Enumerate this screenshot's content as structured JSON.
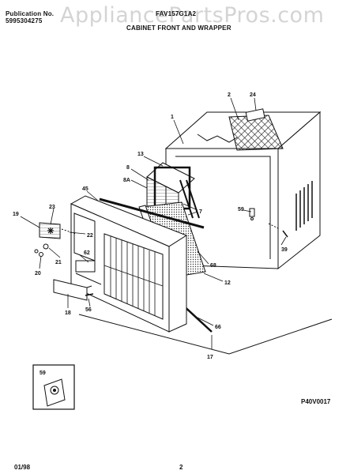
{
  "watermark": "AppliancePartsPros.com",
  "header": {
    "publication_label": "Publication No.",
    "publication_number": "5995304275",
    "model": "FAV157G1A2",
    "section_title": "CABINET FRONT AND WRAPPER"
  },
  "footer": {
    "date": "01/98",
    "page": "2",
    "drawing_code": "P40V0017"
  },
  "callouts": {
    "c1": "1",
    "c2": "2",
    "c24": "24",
    "c13": "13",
    "c8": "8",
    "c8a": "8A",
    "c45": "45",
    "c7": "7",
    "c59_right": "59",
    "c19_left": "19",
    "c23": "23",
    "c22": "22",
    "c62": "62",
    "c21": "21",
    "c20": "20",
    "c68": "68",
    "c12": "12",
    "c39": "39",
    "c18": "18",
    "c56": "56",
    "c66": "66",
    "c17": "17",
    "c59_inset": "59"
  }
}
